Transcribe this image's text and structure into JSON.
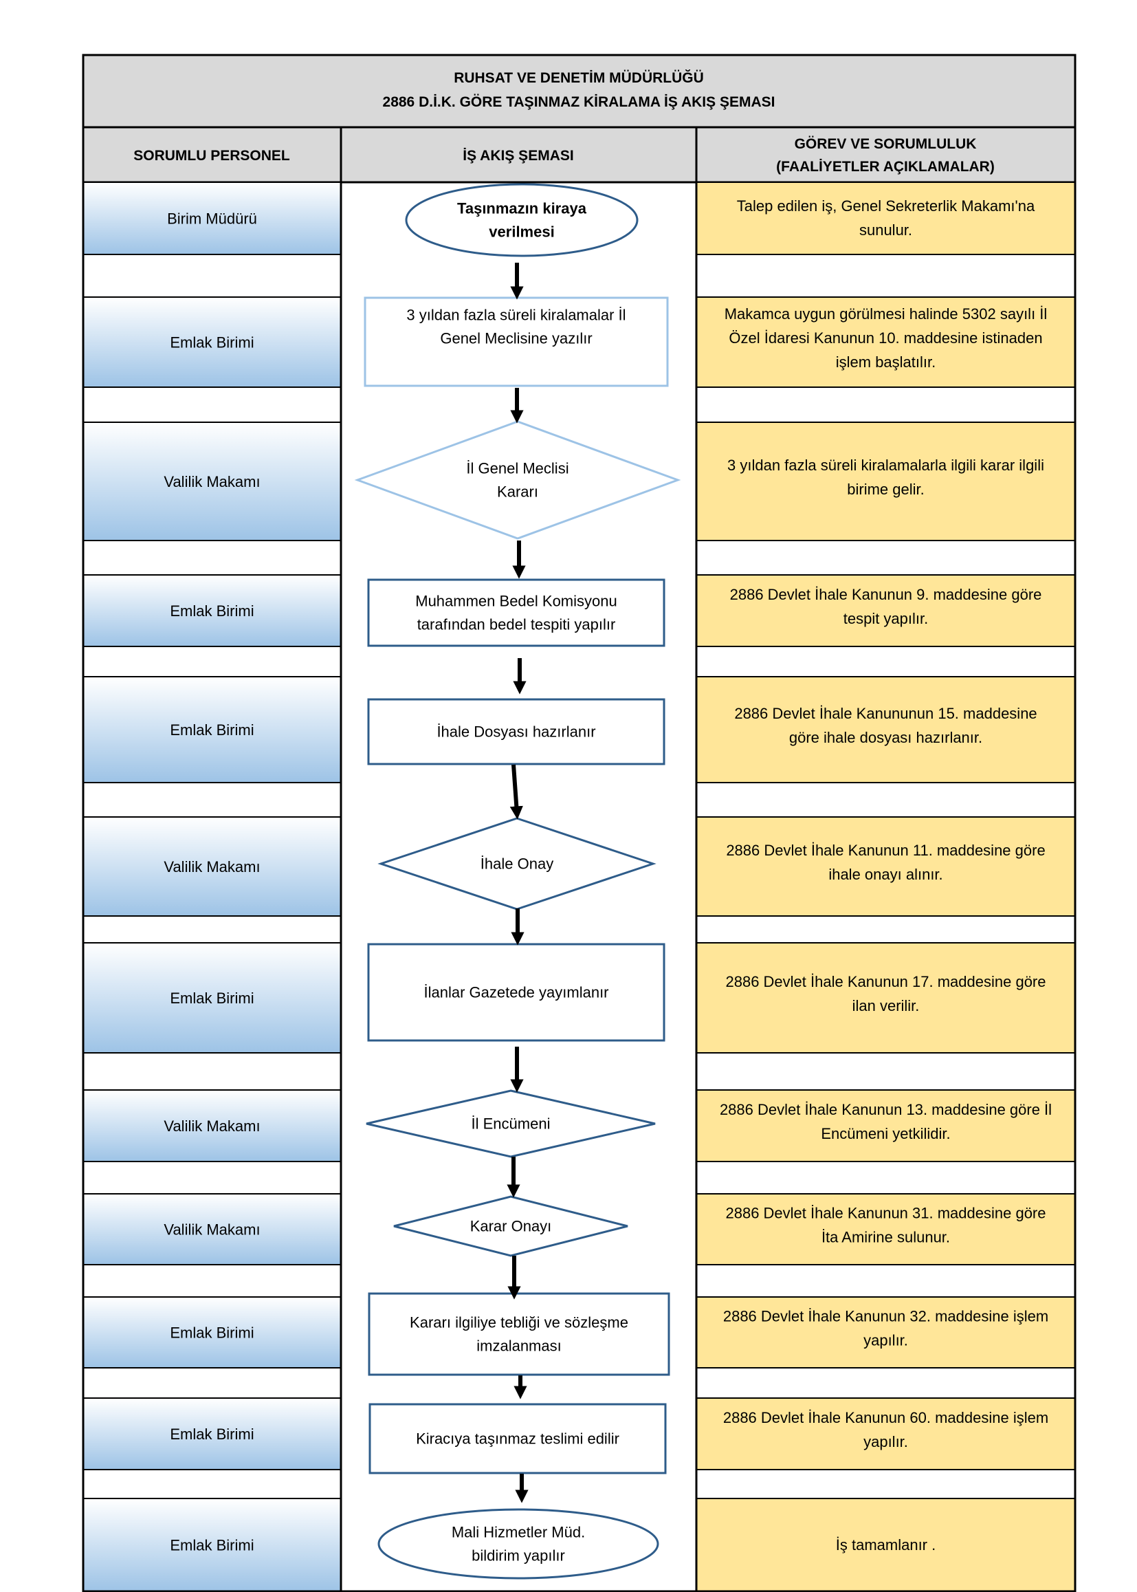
{
  "header": {
    "title_line1": "RUHSAT VE DENETİM MÜDÜRLÜĞÜ",
    "title_line2": "2886 D.İ.K. GÖRE TAŞINMAZ KİRALAMA İŞ AKIŞ ŞEMASI"
  },
  "columns": {
    "personnel": "SORUMLU PERSONEL",
    "flow": "İŞ AKIŞ ŞEMASI",
    "duty_line1": "GÖREV VE SORUMLULUK",
    "duty_line2": "(FAALİYETLER AÇIKLAMALAR)"
  },
  "colors": {
    "border": "#000000",
    "header_bg": "#d9d9d9",
    "personnel_top": "#ffffff",
    "personnel_bottom": "#9dc3e6",
    "duty_bg": "#ffe699",
    "flow_stroke": "#2e5c8a",
    "flow_stroke_light": "#9dc3e6"
  },
  "steps": [
    {
      "personnel": "Birim Müdürü",
      "shape": "terminal",
      "flow": [
        "Taşınmazın kiraya",
        "verilmesi"
      ],
      "flow_bold": true,
      "duty": [
        "Talep edilen iş, Genel Sekreterlik Makamı'na",
        "sunulur."
      ]
    },
    {
      "personnel": "Emlak Birimi",
      "shape": "process-light",
      "flow": [
        "3 yıldan fazla süreli kiralamalar İl",
        "Genel Meclisine yazılır"
      ],
      "duty": [
        "Makamca uygun görülmesi halinde 5302 sayılı İl",
        "Özel İdaresi Kanunun 10. maddesine istinaden",
        "işlem başlatılır."
      ]
    },
    {
      "personnel": "Valilik Makamı",
      "shape": "decision-light",
      "flow": [
        "İl Genel Meclisi",
        "Kararı"
      ],
      "duty": [
        "3 yıldan fazla süreli kiralamalarla ilgili karar ilgili",
        "birime gelir."
      ]
    },
    {
      "personnel": "Emlak Birimi",
      "shape": "process",
      "flow": [
        "Muhammen Bedel Komisyonu",
        "tarafından bedel tespiti yapılır"
      ],
      "duty": [
        "2886 Devlet İhale Kanunun 9. maddesine göre",
        "tespit yapılır."
      ]
    },
    {
      "personnel": "Emlak Birimi",
      "shape": "process",
      "flow": [
        "İhale Dosyası hazırlanır"
      ],
      "duty": [
        "2886 Devlet İhale Kanununun 15. maddesine",
        "göre ihale dosyası hazırlanır."
      ]
    },
    {
      "personnel": "Valilik Makamı",
      "shape": "decision",
      "flow": [
        "İhale Onay"
      ],
      "duty": [
        "2886 Devlet İhale Kanunun 11. maddesine göre",
        "ihale onayı alınır."
      ]
    },
    {
      "personnel": "Emlak Birimi",
      "shape": "process",
      "flow": [
        "İlanlar Gazetede yayımlanır"
      ],
      "duty": [
        "2886 Devlet İhale Kanunun 17. maddesine göre",
        "ilan verilir."
      ]
    },
    {
      "personnel": "Valilik Makamı",
      "shape": "decision",
      "flow": [
        "İl Encümeni"
      ],
      "duty": [
        "2886 Devlet İhale Kanunun 13. maddesine göre İl",
        "Encümeni yetkilidir."
      ]
    },
    {
      "personnel": "Valilik Makamı",
      "shape": "decision",
      "flow": [
        "Karar Onayı"
      ],
      "duty": [
        "2886 Devlet İhale Kanunun 31. maddesine göre",
        "İta Amirine sulunur."
      ]
    },
    {
      "personnel": "Emlak Birimi",
      "shape": "process",
      "flow": [
        "Kararı ilgiliye tebliği ve sözleşme",
        "imzalanması"
      ],
      "duty": [
        "2886 Devlet İhale Kanunun 32. maddesine işlem",
        "yapılır."
      ]
    },
    {
      "personnel": "Emlak Birimi",
      "shape": "process",
      "flow": [
        "Kiracıya taşınmaz teslimi edilir"
      ],
      "duty": [
        "2886 Devlet İhale Kanunun 60. maddesine işlem",
        "yapılır."
      ]
    },
    {
      "personnel": "Emlak Birimi",
      "shape": "terminal",
      "flow": [
        "Mali Hizmetler Müd.",
        "bildirim yapılır"
      ],
      "duty": [
        "İş tamamlanır ."
      ]
    }
  ]
}
